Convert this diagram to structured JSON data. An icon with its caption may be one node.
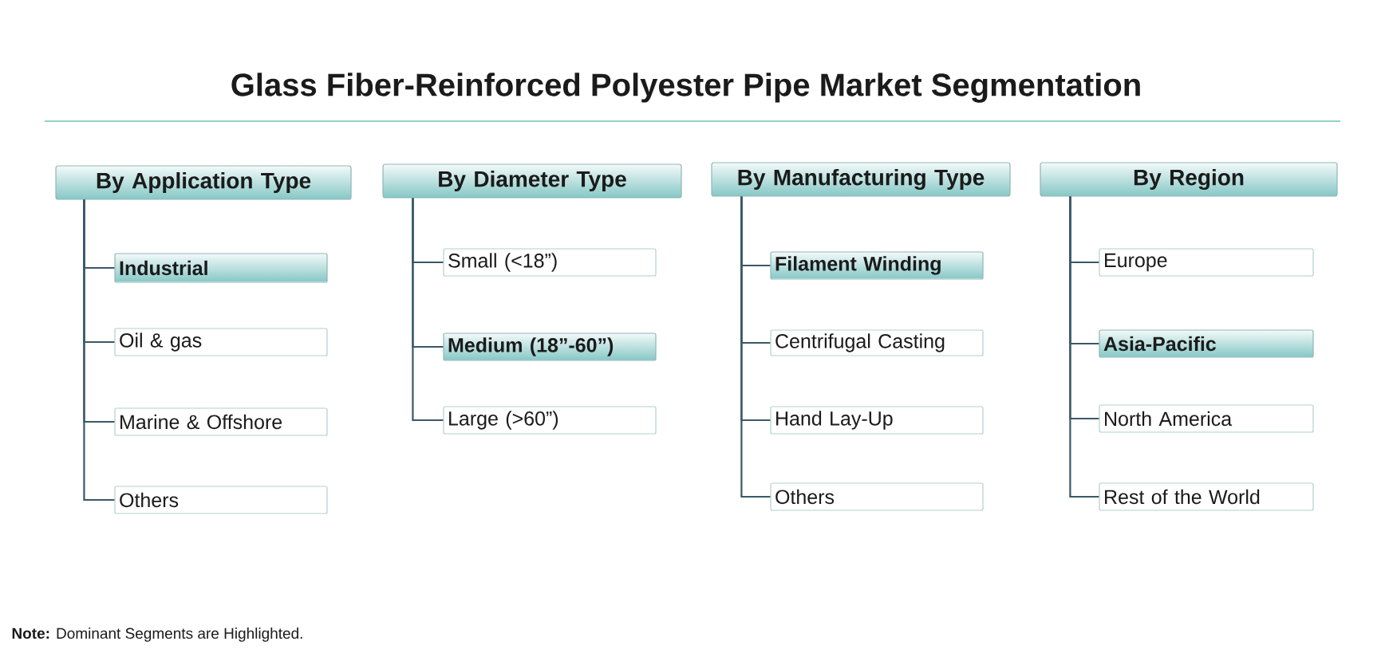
{
  "diagram": {
    "title": "Glass Fiber-Reinforced Polyester Pipe Market Segmentation",
    "nodes": [
      {
        "text": [
          "By Application Type"
        ]
      },
      {
        "text": [
          "Industrial"
        ]
      },
      {
        "text": [
          "Oil & gas"
        ]
      },
      {
        "text": [
          "Marine & Offshore"
        ]
      },
      {
        "text": [
          "Others"
        ]
      },
      {
        "text": [
          "By Diameter Type"
        ]
      },
      {
        "text": [
          "Small (<18”)"
        ]
      },
      {
        "text": [
          "Medium (18”-60”)"
        ]
      },
      {
        "text": [
          "Large (>60”)"
        ]
      },
      {
        "text": [
          "By Manufacturing Type"
        ]
      },
      {
        "text": [
          "Filament Winding"
        ]
      },
      {
        "text": [
          "Centrifugal Casting"
        ]
      },
      {
        "text": [
          "Hand Lay-Up"
        ]
      },
      {
        "text": [
          "Others"
        ]
      },
      {
        "text": [
          "By Region"
        ]
      },
      {
        "text": [
          "Europe"
        ]
      },
      {
        "text": [
          "Asia-Pacific"
        ]
      },
      {
        "text": [
          "North America"
        ]
      },
      {
        "text": [
          "Rest of the World"
        ]
      }
    ],
    "edges": [
      {
        "from": 0,
        "to": 1,
        "arrow": "none"
      },
      {
        "from": 0,
        "to": 2,
        "arrow": "none"
      },
      {
        "from": 0,
        "to": 3,
        "arrow": "none"
      },
      {
        "from": 0,
        "to": 4,
        "arrow": "none"
      },
      {
        "from": 5,
        "to": 6,
        "arrow": "none"
      },
      {
        "from": 5,
        "to": 7,
        "arrow": "none"
      },
      {
        "from": 5,
        "to": 8,
        "arrow": "none"
      },
      {
        "from": 9,
        "to": 10,
        "arrow": "none"
      },
      {
        "from": 9,
        "to": 11,
        "arrow": "none"
      },
      {
        "from": 9,
        "to": 12,
        "arrow": "none"
      },
      {
        "from": 9,
        "to": 13,
        "arrow": "none"
      },
      {
        "from": 14,
        "to": 15,
        "arrow": "none"
      },
      {
        "from": 14,
        "to": 16,
        "arrow": "none"
      },
      {
        "from": 14,
        "to": 17,
        "arrow": "none"
      },
      {
        "from": 14,
        "to": 18,
        "arrow": "none"
      }
    ],
    "labels": [
      "**Note:** Dominant Segments are Highlighted."
    ]
  }
}
